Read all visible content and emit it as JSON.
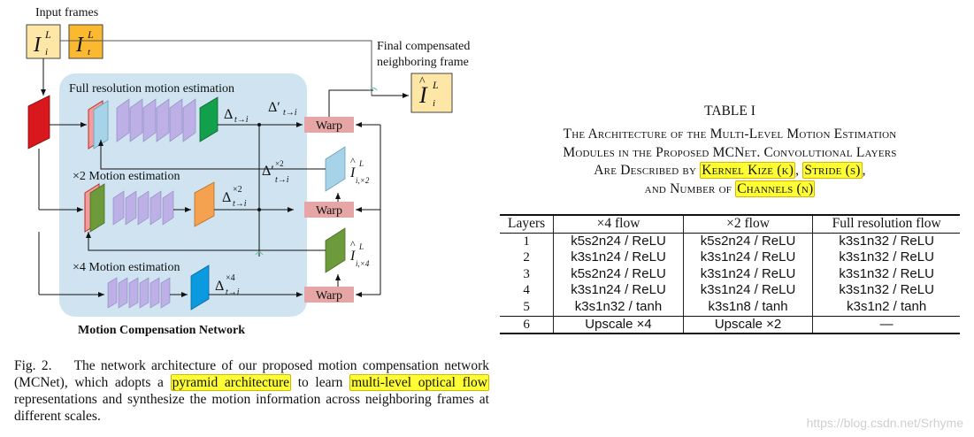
{
  "figure": {
    "input_frames_label": "Input frames",
    "output_label_line1": "Final compensated",
    "output_label_line2": "neighboring frame",
    "network_label": "Motion Compensation Network",
    "full_res_label": "Full resolution motion estimation",
    "x2_label": "×2 Motion estimation",
    "x4_label": "×4 Motion estimation",
    "warp_label": "Warp",
    "colors": {
      "network_bg": "#cfe4f0",
      "frame_i": "#fde6a6",
      "frame_t": "#fbb92f",
      "red_block": "#d9181e",
      "lavender": "#bcb0e6",
      "green": "#13a04d",
      "orange": "#f4a150",
      "blue": "#0b9ae0",
      "olive": "#6d9a3a",
      "light_blue": "#a7d3e8",
      "warp": "#e6a6a6",
      "connector_green": "#6cc9a0"
    }
  },
  "caption": {
    "fig_label": "Fig. 2.",
    "part1": "The network architecture of our proposed motion compensation network (MCNet), which adopts a ",
    "highlight1": "pyramid architecture",
    "part2": " to learn ",
    "highlight2": "multi-level optical flow",
    "part3": " representations and synthesize the motion information across neighboring frames at different scales."
  },
  "table": {
    "title": "TABLE I",
    "desc_line1": "The Architecture of the Multi-Level Motion Estimation",
    "desc_line2": "Modules in the Proposed MCNet. Convolutional Layers",
    "desc_line3_pre": "Are Described by ",
    "kernel": "Kernel Kize (k)",
    "comma1": ", ",
    "stride": "Stride (s)",
    "comma2": ",",
    "desc_line4_pre": "and Number of ",
    "channels": "Channels (n)",
    "headers": [
      "Layers",
      "×4 flow",
      "×2 flow",
      "Full resolution flow"
    ],
    "rows": [
      [
        "1",
        "k5s2n24 / ReLU",
        "k5s2n24 / ReLU",
        "k3s1n32 / ReLU"
      ],
      [
        "2",
        "k3s1n24 / ReLU",
        "k3s1n24 / ReLU",
        "k3s1n32 / ReLU"
      ],
      [
        "3",
        "k5s2n24 / ReLU",
        "k3s1n24 / ReLU",
        "k3s1n32 / ReLU"
      ],
      [
        "4",
        "k3s1n24 / ReLU",
        "k3s1n24 / ReLU",
        "k3s1n32 / ReLU"
      ],
      [
        "5",
        "k3s1n32 / tanh",
        "k3s1n8 / tanh",
        "k3s1n2 / tanh"
      ],
      [
        "6",
        "Upscale ×4",
        "Upscale ×2",
        "—"
      ]
    ]
  },
  "watermark": "https://blog.csdn.net/Srhyme"
}
